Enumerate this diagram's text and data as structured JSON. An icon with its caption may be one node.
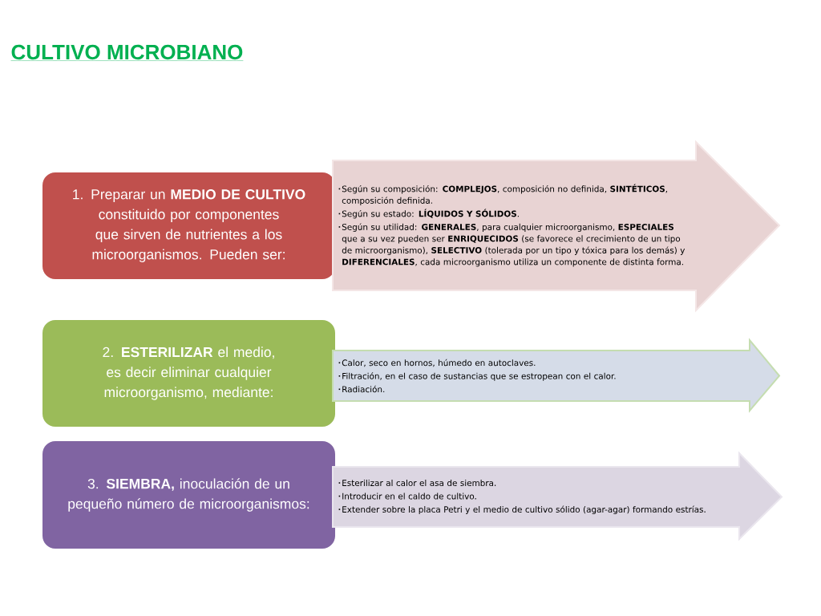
{
  "diagram": {
    "title": "CULTIVO MICROBIANO",
    "nodes": [
      {
        "text": [
          "1. Preparar un **MEDIO DE CULTIVO** constituido por componentes que sirven de nutrientes a los microorganismos. Pueden ser:"
        ]
      },
      {
        "text": [
          "Según su composición: **COMPLEJOS**, composición no definida, **SINTÉTICOS**, composición definida.",
          "Según su estado: **LÍQUIDOS Y SÓLIDOS**.",
          "Según su utilidad: **GENERALES**, para cualquier microorganismo, **ESPECIALES** que a su vez pueden ser **ENRIQUECIDOS** (se favorece el crecimiento de un tipo de microorganismo), **SELECTIVO** (tolerada por un tipo y tóxica para los demás) y **DIFERENCIALES**, cada microorganismo utiliza un componente de distinta forma."
        ]
      },
      {
        "text": [
          "2. **ESTERILIZAR** el medio, es decir eliminar cualquier microorganismo, mediante:"
        ]
      },
      {
        "text": [
          "Calor, seco en hornos, húmedo en autoclaves.",
          "Filtración, en el caso de sustancias que se estropean con el calor.",
          "Radiación."
        ]
      },
      {
        "text": [
          "3. **SIEMBRA,** inoculación de un pequeño número de microorganismos:"
        ]
      },
      {
        "text": [
          "Esterilizar al calor el asa de siembra.",
          "Introducir en el caldo de cultivo.",
          "Extender sobre la placa Petri y el medio de cultivo sólido (agar-agar) formando estrías."
        ]
      }
    ]
  }
}
